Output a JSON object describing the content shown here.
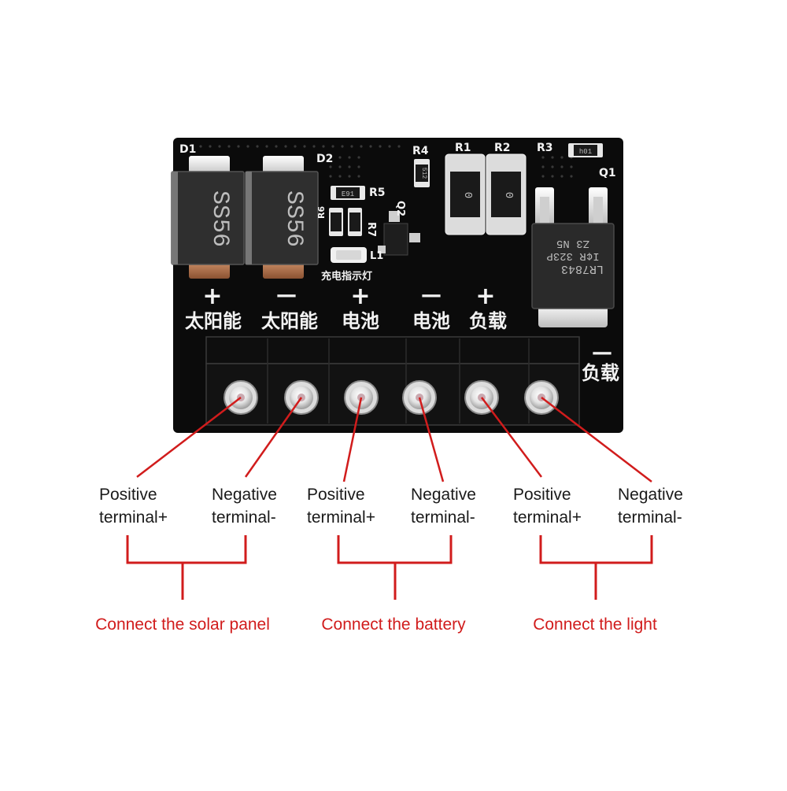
{
  "board": {
    "component_labels": {
      "d1": "D1",
      "d2": "D2",
      "r1": "R1",
      "r2": "R2",
      "r3": "R3",
      "r4": "R4",
      "r5": "R5",
      "r6": "R6",
      "r7": "R7",
      "q1": "Q1",
      "q2": "Q2",
      "l1": "L1"
    },
    "chip_markings": {
      "d1": "SS56",
      "d2": "SS56",
      "r1": "0",
      "r2": "0",
      "r4": "512",
      "r5": "E91",
      "r3": "h01",
      "q1_line1": "LR7843",
      "q1_line2": "I¢R 323P",
      "q1_line3": "Z3   N5"
    },
    "indicator_label": "充电指示灯",
    "terminals": [
      {
        "sign": "+",
        "name": "太阳能"
      },
      {
        "sign": "—",
        "name": "太阳能"
      },
      {
        "sign": "+",
        "name": "电池"
      },
      {
        "sign": "—",
        "name": "电池"
      },
      {
        "sign": "+",
        "name": "负载"
      },
      {
        "sign": "—",
        "name": "负载"
      }
    ]
  },
  "callouts": [
    {
      "line1": "Positive",
      "line2": "terminal+"
    },
    {
      "line1": "Negative",
      "line2": "terminal-"
    },
    {
      "line1": "Positive",
      "line2": "terminal+"
    },
    {
      "line1": "Negative",
      "line2": "terminal-"
    },
    {
      "line1": "Positive",
      "line2": "terminal+"
    },
    {
      "line1": "Negative",
      "line2": "terminal-"
    }
  ],
  "groups": [
    {
      "title": "Connect the solar panel"
    },
    {
      "title": "Connect the battery"
    },
    {
      "title": "Connect the light"
    }
  ],
  "colors": {
    "pointer": "#d11c1c",
    "board": "#0b0b0b",
    "silkscreen": "#f2f2f2",
    "terminal_block": "#101010"
  }
}
